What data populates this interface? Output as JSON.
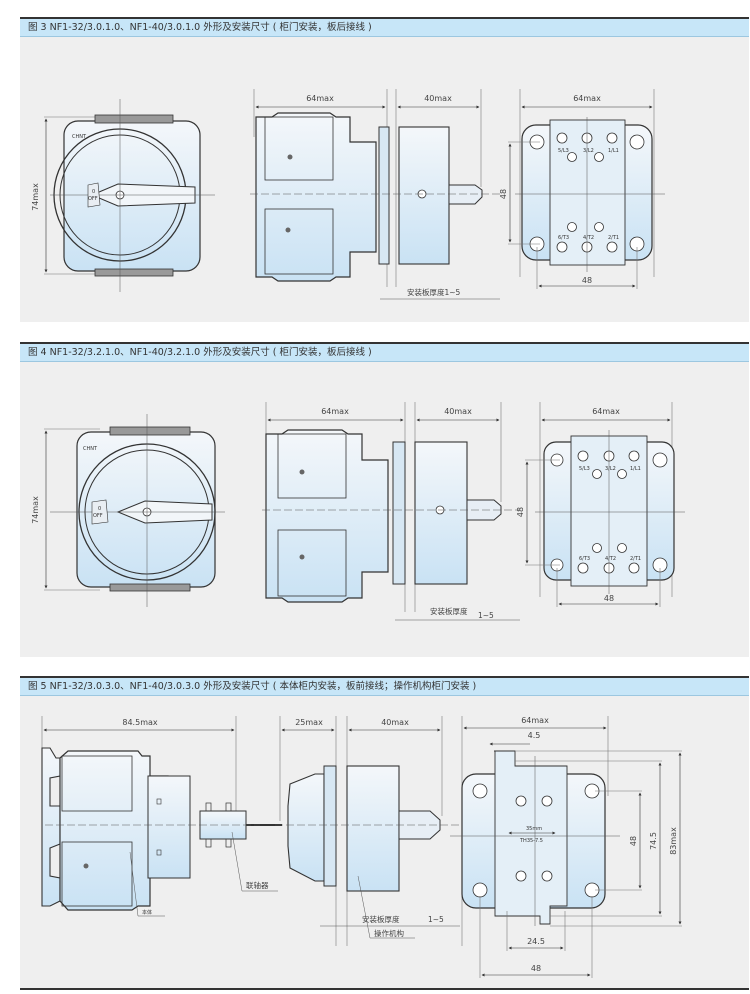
{
  "figures": [
    {
      "caption": "图 3  NF1-32/3.0.1.0、NF1-40/3.0.1.0 外形及安装尺寸 ( 柜门安装，板后接线 )",
      "front_view": {
        "brand": "CHNT",
        "pos_0": "0",
        "pos_off": "OFF",
        "height_dim": "74max"
      },
      "side_view": {
        "body_dim": "64max",
        "handle_dim": "40max",
        "panel_thickness": "安装板厚度1~5"
      },
      "rear_view": {
        "width_dim": "64max",
        "mount_v": "48",
        "mount_h": "48",
        "terminals_top": [
          "5/L3",
          "3/L2",
          "1/L1"
        ],
        "terminals_bottom": [
          "6/T3",
          "4/T2",
          "2/T1"
        ]
      }
    },
    {
      "caption": "图 4  NF1-32/3.2.1.0、NF1-40/3.2.1.0 外形及安装尺寸 ( 柜门安装，板后接线 )",
      "front_view": {
        "brand": "CHNT",
        "pos_0": "0",
        "pos_off": "OFF",
        "height_dim": "74max"
      },
      "side_view": {
        "body_dim": "64max",
        "handle_dim": "40max",
        "panel_thickness": "安装板厚度",
        "panel_thickness_range": "1~5"
      },
      "rear_view": {
        "width_dim": "64max",
        "mount_v": "48",
        "mount_h": "48",
        "terminals_top": [
          "5/L3",
          "3/L2",
          "1/L1"
        ],
        "terminals_bottom": [
          "6/T3",
          "4/T2",
          "2/T1"
        ]
      }
    },
    {
      "caption": "图 5  NF1-32/3.0.3.0、NF1-40/3.0.3.0 外形及安装尺寸 ( 本体柜内安装，板前接线；操作机构柜门安装 )",
      "side_view": {
        "body_dim": "84.5max",
        "shaft_dim": "25max",
        "handle_dim": "40max",
        "coupling_label": "联轴器",
        "body_label": "本体",
        "mechanism_label": "操作机构",
        "panel_thickness": "安装板厚度",
        "panel_thickness_range": "1~5"
      },
      "rear_view": {
        "width_dim": "64max",
        "slot_dim": "4.5",
        "rail_dim": "24.5",
        "mount_h": "48",
        "mount_v": "48",
        "height_mid": "74.5",
        "height_max": "83max",
        "rail_label": "TH35-7.5",
        "rail_width": "35mm"
      }
    }
  ]
}
